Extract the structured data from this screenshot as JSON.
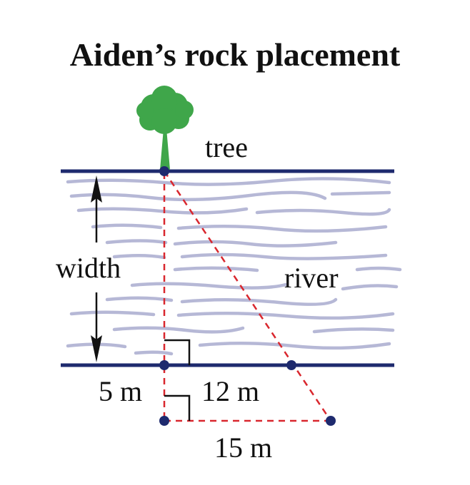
{
  "title": "Aiden’s rock placement",
  "labels": {
    "tree": "tree",
    "river": "river",
    "width": "width",
    "short_leg": "5 m",
    "mid_segment": "12 m",
    "long_leg": "15 m"
  },
  "colors": {
    "bank": "#1e2a6e",
    "point": "#1e2a6e",
    "dashed_line": "#d9272e",
    "water": "#b6b8d6",
    "tree_canopy": "#3fa64a",
    "tree_trunk": "#3fa64a",
    "text": "#111111"
  }
}
